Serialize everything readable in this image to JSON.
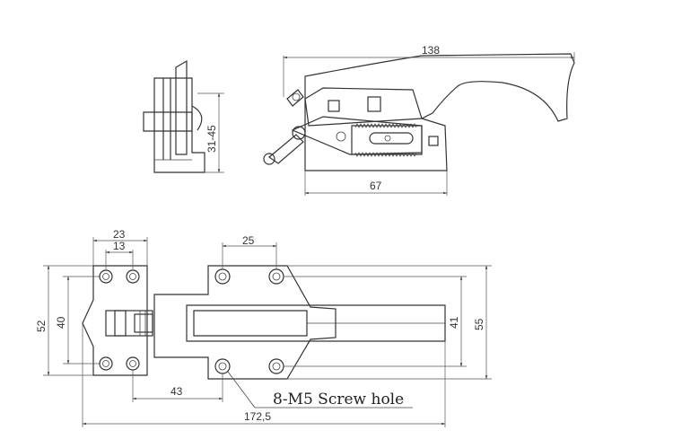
{
  "dimensions": {
    "overall_length_top": "138",
    "base_length_top": "67",
    "adjust_range": "31-45",
    "bracket_width": "23",
    "bracket_hole_spacing": "13",
    "plate_hole_spacing": "25",
    "bracket_height_outer": "52",
    "bracket_height_inner": "40",
    "plate_height_inner": "41",
    "plate_height_outer": "55",
    "offset": "43",
    "overall_length_bottom": "172,5"
  },
  "note": "8-M5 Screw hole"
}
